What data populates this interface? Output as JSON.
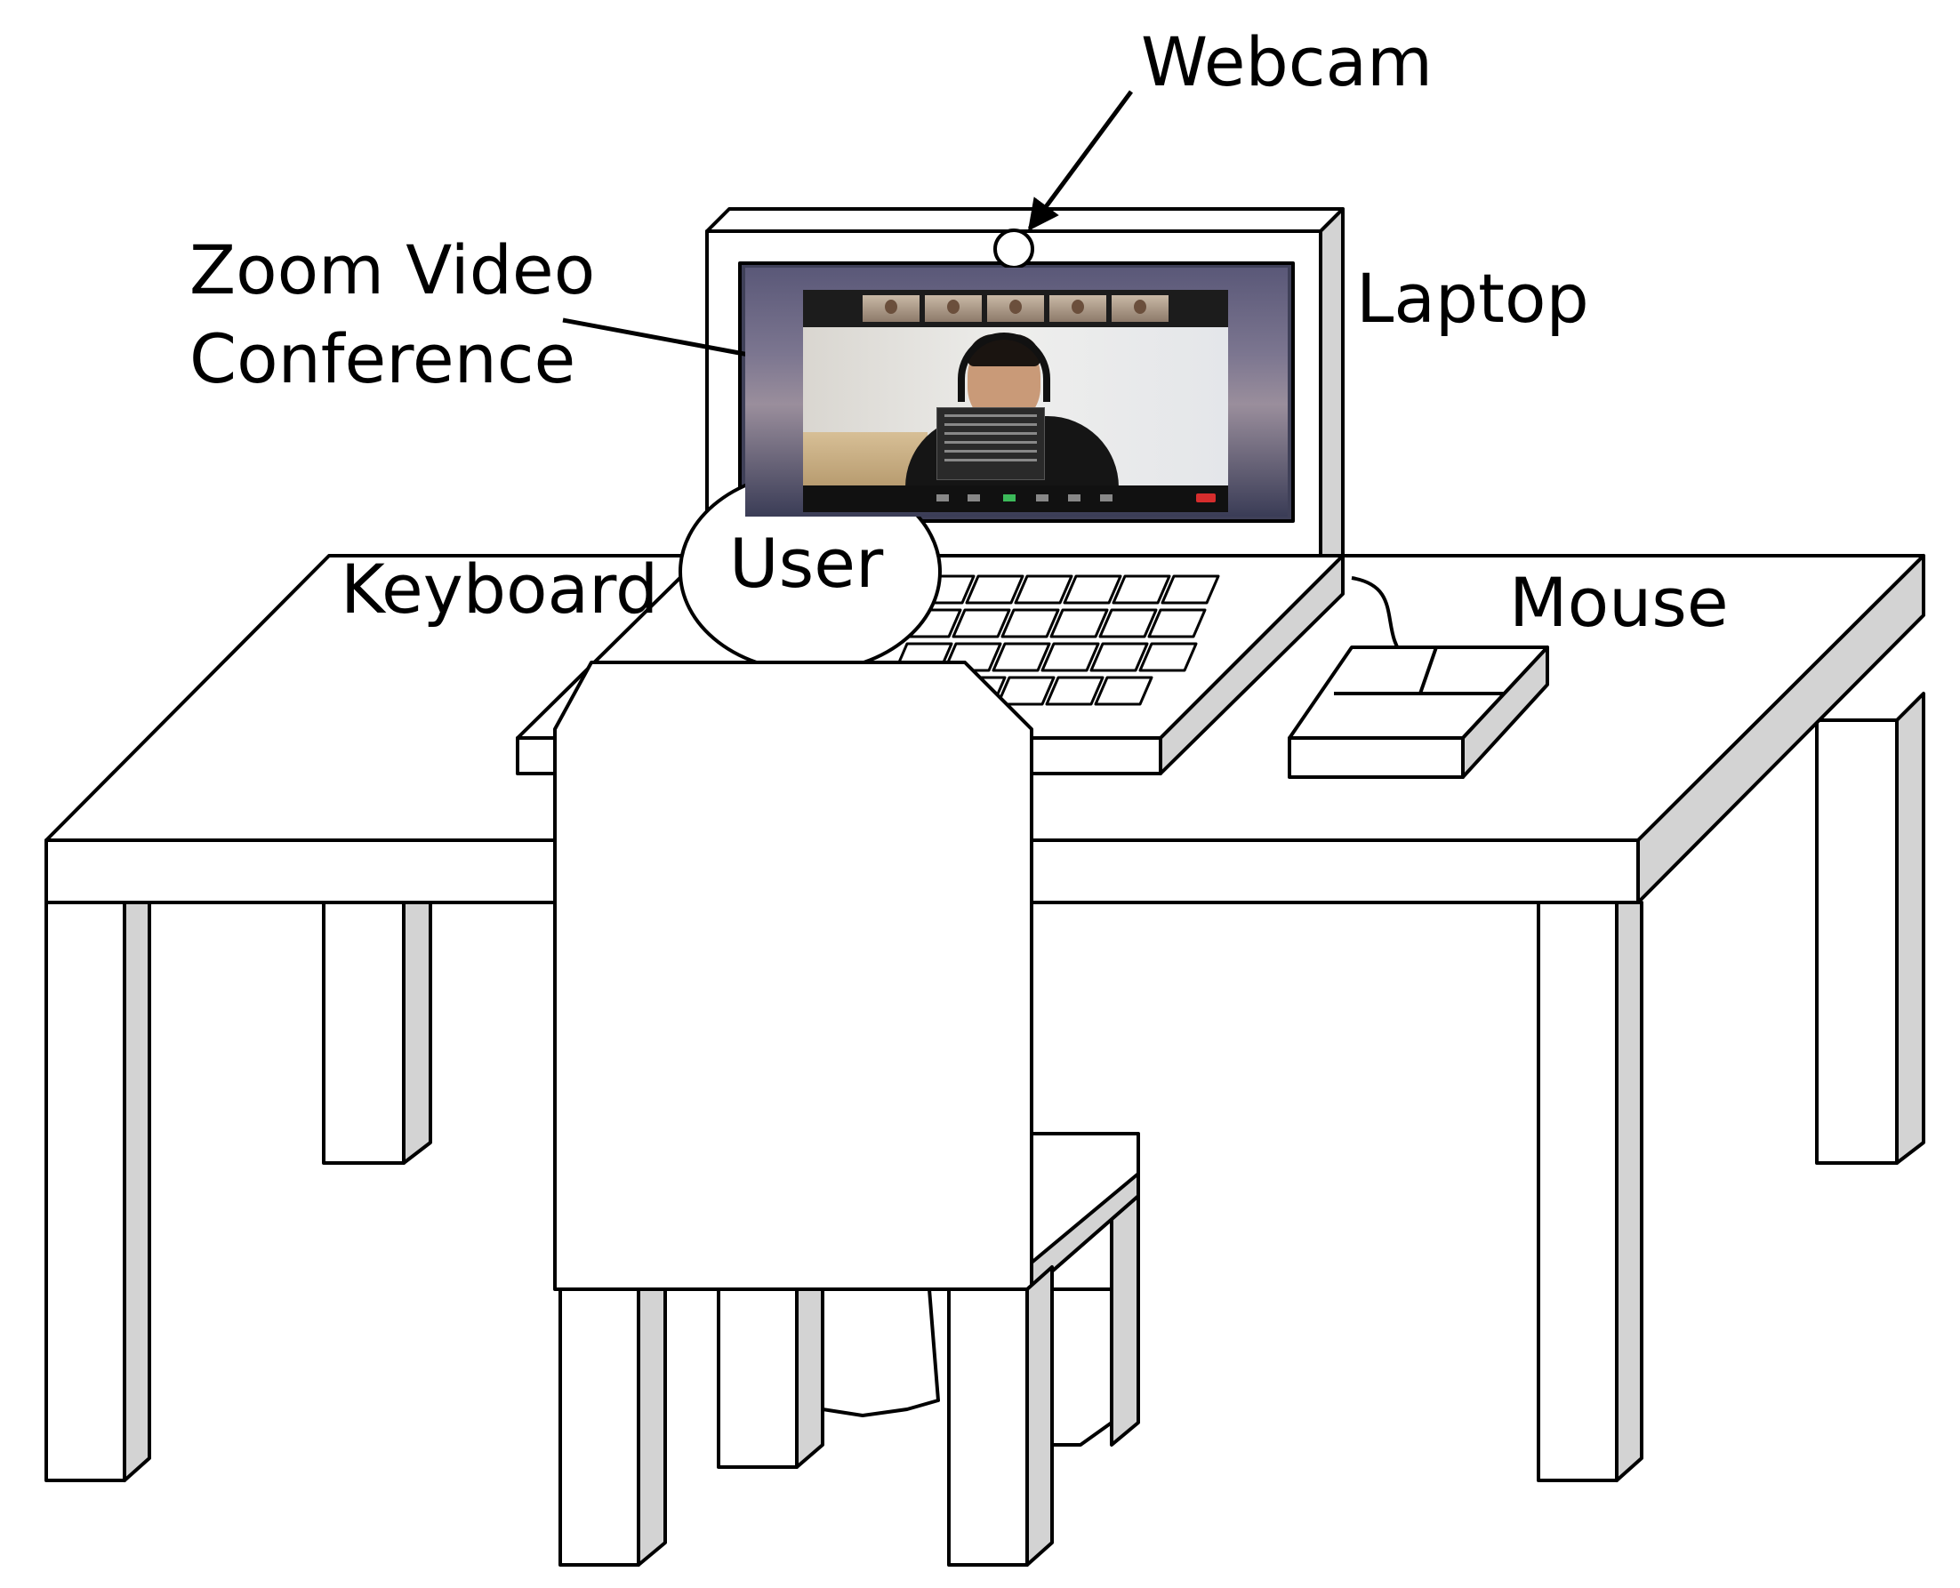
{
  "labels": {
    "webcam": "Webcam",
    "zoom_line1": "Zoom Video",
    "zoom_line2": "Conference",
    "laptop": "Laptop",
    "keyboard": "Keyboard",
    "user": "User",
    "mouse": "Mouse"
  },
  "colors": {
    "outline": "#000000",
    "fill": "#ffffff",
    "shade": "#d3d3d3"
  }
}
